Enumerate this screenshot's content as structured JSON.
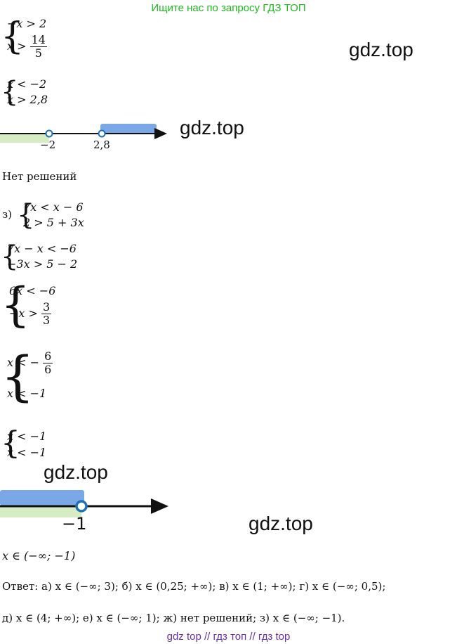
{
  "banner": "Ищите нас по запросу ГДЗ ТОП",
  "watermarks": [
    "gdz.top",
    "gdz.top",
    "gdz.top",
    "gdz.top"
  ],
  "sys1": {
    "l1": "−x > 2",
    "l2a": "x >",
    "l2n": "14",
    "l2d": "5"
  },
  "sys2": {
    "l1": "x < −2",
    "l2": "x > 2,8"
  },
  "axis1": {
    "p1": "−2",
    "p2": "2,8"
  },
  "no_solution": "Нет решений",
  "part_z": {
    "label": "з)",
    "l1": "7x < x − 6",
    "l2": "2 > 5 + 3x",
    "s2l1": "7x − x < −6",
    "s2l2": "−3x > 5 − 2",
    "s3l1": "6x < −6",
    "s3l2a": "−x >",
    "s3l2n": "3",
    "s3l2d": "3",
    "s4l1a": "x < −",
    "s4l1n": "6",
    "s4l1d": "6",
    "s4l2": "x < −1",
    "s5l1": "x < −1",
    "s5l2": "x < −1"
  },
  "axis2": {
    "p1": "−1"
  },
  "result": "x ∈ (−∞; −1)",
  "answer_l1": "Ответ: а) x ∈ (−∞; 3); б) x ∈ (0,25; +∞); в) x ∈ (1; +∞); г) x ∈ (−∞; 0,5);",
  "answer_l2": "д) x ∈ (4; +∞); е) x ∈ (−∞; 1); ж) нет решений; з) x ∈ (−∞; −1).",
  "footer": "gdz top  //  гдз топ  //  гдз top",
  "colors": {
    "banner": "#1fb81f",
    "footer": "#6b2fa3",
    "blue": "#7aa7e6",
    "green": "#d6ecc3",
    "point": "#1f6fb8"
  }
}
